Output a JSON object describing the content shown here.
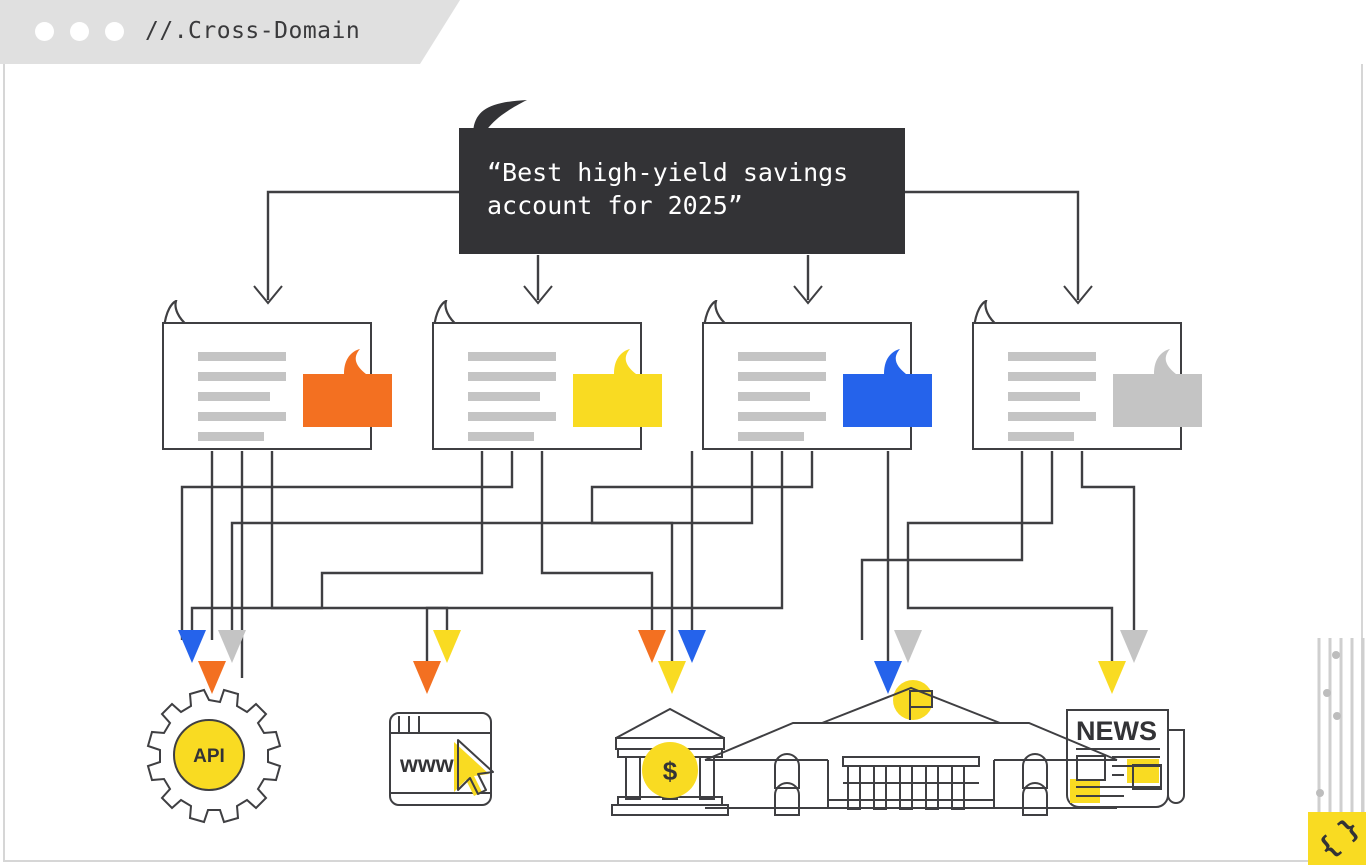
{
  "window": {
    "title": "//.Cross-Domain",
    "dots": [
      "dot-1",
      "dot-2",
      "dot-3"
    ]
  },
  "callout": {
    "text": "“Best high-yield savings\n account for 2025”"
  },
  "colors": {
    "orange": "#F37021",
    "yellow": "#F9DB22",
    "blue": "#2563EB",
    "gray": "#C4C4C4",
    "ink": "#3f3f42",
    "dark_panel": "#333336",
    "chrome": "#e0e0e0",
    "line_gray": "#c4c4c4"
  },
  "sources": [
    {
      "id": "source-1",
      "accent": "#F37021",
      "accent_name": "orange",
      "line_widths": [
        88,
        88,
        72,
        88,
        66
      ]
    },
    {
      "id": "source-2",
      "accent": "#F9DB22",
      "accent_name": "yellow",
      "line_widths": [
        88,
        88,
        72,
        88,
        66
      ]
    },
    {
      "id": "source-3",
      "accent": "#2563EB",
      "accent_name": "blue",
      "line_widths": [
        88,
        88,
        72,
        88,
        66
      ]
    },
    {
      "id": "source-4",
      "accent": "#C4C4C4",
      "accent_name": "gray",
      "line_widths": [
        88,
        88,
        72,
        88,
        66
      ]
    }
  ],
  "targets": [
    {
      "id": "target-api",
      "icon": "api-gear-icon",
      "label": "API",
      "inbound": [
        "blue",
        "orange",
        "gray"
      ]
    },
    {
      "id": "target-web",
      "icon": "www-browser-icon",
      "label": "www",
      "inbound": [
        "orange",
        "yellow"
      ]
    },
    {
      "id": "target-bank",
      "icon": "bank-dollar-icon",
      "label": "$",
      "inbound": [
        "orange",
        "yellow",
        "blue"
      ]
    },
    {
      "id": "target-government",
      "icon": "government-flag-icon",
      "label": "",
      "inbound": [
        "blue",
        "gray"
      ]
    },
    {
      "id": "target-news",
      "icon": "newspaper-icon",
      "label": "NEWS",
      "inbound": [
        "yellow",
        "gray"
      ]
    }
  ],
  "badge": {
    "glyph": "{ }",
    "color": "#F9DB22"
  }
}
